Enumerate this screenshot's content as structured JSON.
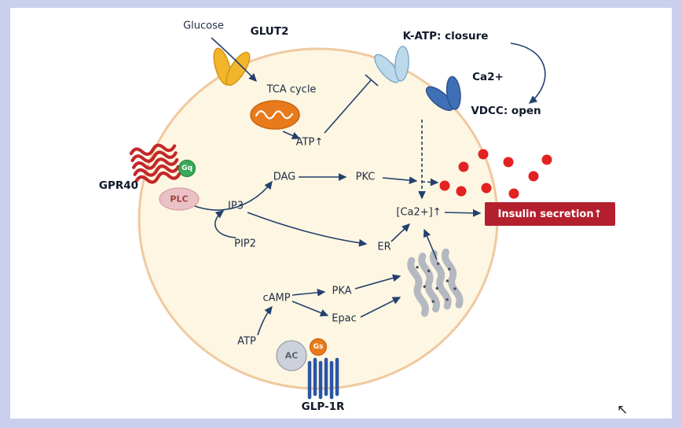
{
  "labels": {
    "glucose": "Glucose",
    "glut2": "GLUT2",
    "tca_cycle": "TCA cycle",
    "atp_up": "ATP↑",
    "katp_closure": "K-ATP: closure",
    "ca2_plus": "Ca2+",
    "vdcc_open": "VDCC: open",
    "gpr40": "GPR40",
    "gq": "Gq",
    "plc": "PLC",
    "dag": "DAG",
    "pkc": "PKC",
    "ip3": "IP3",
    "pip2": "PIP2",
    "er": "ER",
    "ca_internal": "[Ca2+]↑",
    "insulin_secretion": "Insulin secretion↑",
    "camp": "cAMP",
    "pka": "PKA",
    "epac": "Epac",
    "atp": "ATP",
    "ac": "AC",
    "gs": "Gs",
    "glp1r": "GLP-1R"
  },
  "icons": {
    "corner_cursor": "↖"
  },
  "colors": {
    "frame": "#c9cfec",
    "background": "#ffffff",
    "cell_fill": "#fdf6e2",
    "cell_border": "#f0c9a0",
    "arrow": "#23406e",
    "label_dark": "#1f2d47",
    "glut2_yellow": "#f2b62c",
    "glut2_edge": "#cf9410",
    "mito_orange": "#e87a1c",
    "katp_blue": "#bcd9ec",
    "katp_edge": "#7fa8c8",
    "vdcc_blue": "#3f6fb5",
    "vdcc_edge": "#2a4f8e",
    "gpr40_red": "#c42828",
    "gq_green": "#38a957",
    "plc_pink": "#eac2c6",
    "plc_text": "#a04040",
    "er_gray": "#b4b8c0",
    "granule_red": "#e32222",
    "insulin_box_red": "#b41f2d",
    "ac_gray": "#cdd1d9",
    "ac_edge": "#9aa0ae",
    "gs_orange": "#e87a1c",
    "glp1r_blue": "#2a55a5"
  }
}
